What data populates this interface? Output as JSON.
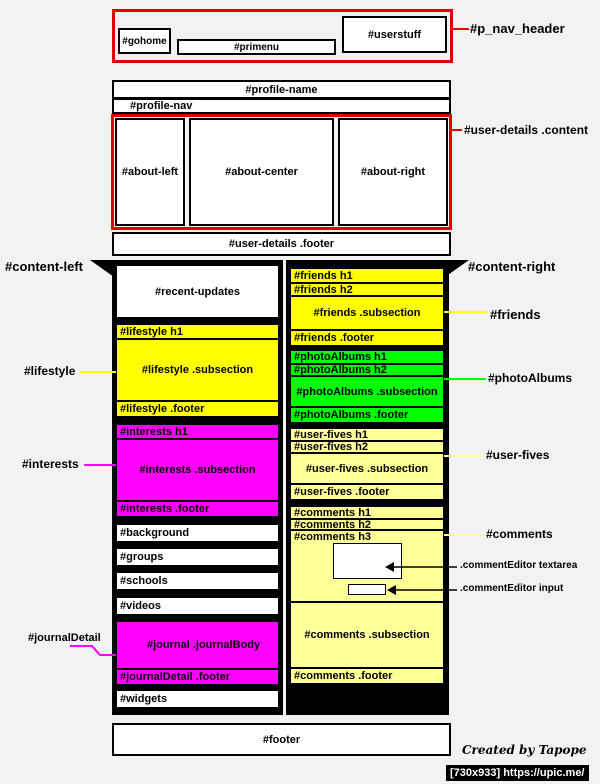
{
  "header": {
    "gohome": "#gohome",
    "primenu": "#primenu",
    "userstuff": "#userstuff",
    "label": "#p_nav_header"
  },
  "profile": {
    "name": "#profile-name",
    "nav": "#profile-nav",
    "about_left": "#about-left",
    "about_center": "#about-center",
    "about_right": "#about-right",
    "content_label": "#user-details .content",
    "footer": "#user-details .footer"
  },
  "content_left": {
    "label": "#content-left",
    "recent_updates": "#recent-updates",
    "lifestyle": {
      "h1": "#lifestyle h1",
      "subsection": "#lifestyle .subsection",
      "footer": "#lifestyle .footer",
      "label": "#lifestyle"
    },
    "interests": {
      "h1": "#interests h1",
      "subsection": "#interests .subsection",
      "footer": "#interests .footer",
      "label": "#interests"
    },
    "background": "#background",
    "groups": "#groups",
    "schools": "#schools",
    "videos": "#videos",
    "journal": {
      "body": "#journal .journalBody",
      "footer": "#journalDetail .footer",
      "label": "#journalDetail"
    },
    "widgets": "#widgets"
  },
  "content_right": {
    "label": "#content-right",
    "friends": {
      "h1": "#friends h1",
      "h2": "#friends h2",
      "subsection": "#friends .subsection",
      "footer": "#friends .footer",
      "label": "#friends"
    },
    "photo_albums": {
      "h1": "#photoAlbums h1",
      "h2": "#photoAlbums h2",
      "subsection": "#photoAlbums .subsection",
      "footer": "#photoAlbums .footer",
      "label": "#photoAlbums"
    },
    "user_fives": {
      "h1": "#user-fives h1",
      "h2": "#user-fives h2",
      "subsection": "#user-fives .subsection",
      "footer": "#user-fives .footer",
      "label": "#user-fives"
    },
    "comments": {
      "h1": "#comments h1",
      "h2": "#comments h2",
      "h3": "#comments h3",
      "subsection": "#comments .subsection",
      "footer": "#comments .footer",
      "label": "#comments",
      "textarea_label": ".commentEditor textarea",
      "input_label": ".commentEditor input"
    }
  },
  "footer": "#footer",
  "credit": "Created by Tapope",
  "stamp": "[730x933] https://upic.me/",
  "colors": {
    "accent_red": "#e00000",
    "yellow": "#ffff00",
    "light_yellow": "#ffff99",
    "magenta": "#ff00ff",
    "green": "#00ff00"
  }
}
